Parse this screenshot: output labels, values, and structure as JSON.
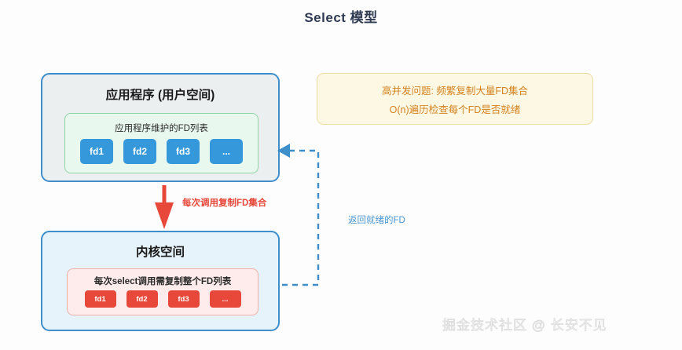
{
  "title": "Select 模型",
  "user_space": {
    "title": "应用程序 (用户空间)",
    "fd_list": {
      "caption": "应用程序维护的FD列表",
      "chips": [
        "fd1",
        "fd2",
        "fd3",
        "..."
      ]
    }
  },
  "kernel_space": {
    "title": "内核空间",
    "fd_list": {
      "caption": "每次select调用需复制整个FD列表",
      "chips": [
        "fd1",
        "fd2",
        "fd3",
        "..."
      ]
    }
  },
  "copy_arrow": {
    "label": "每次调用复制FD集合",
    "icon": "down-arrow-icon",
    "color": "#e8483a"
  },
  "return_path": {
    "label": "返回就绪的FD",
    "icon": "left-arrow-dashed-icon",
    "color": "#4a95cf"
  },
  "note": {
    "line1": "高并发问题: 频繁复制大量FD集合",
    "line2": "O(n)遍历检查每个FD是否就绪",
    "bg": "#fdf8e4",
    "border": "#eddca4",
    "text_color": "#d4821f"
  },
  "watermark": "掘金技术社区 @ 长安不见",
  "colors": {
    "title": "#2f3b52",
    "box_border": "#3d8ecb",
    "user_box_bg": "#ebeff0",
    "kernel_box_bg": "#e7f3fb",
    "green_inner_bg": "#e9f8ef",
    "green_inner_border": "#8fd3a8",
    "pink_inner_bg": "#fdeceb",
    "pink_inner_border": "#f0b0a6",
    "chip_blue": "#3498db",
    "chip_red": "#e8483a"
  }
}
